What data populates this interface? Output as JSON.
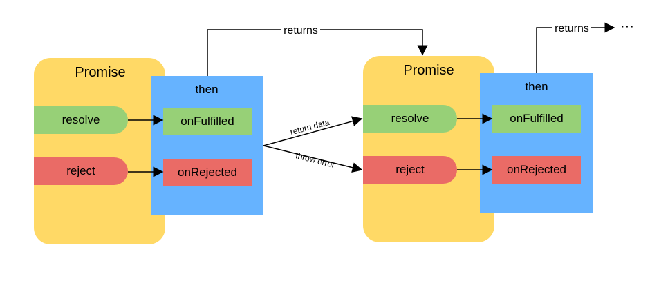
{
  "diagram": {
    "returns_1": "returns",
    "returns_2": "returns",
    "ellipsis": "···",
    "promise_1": {
      "title": "Promise",
      "resolve": "resolve",
      "reject": "reject"
    },
    "then_1": {
      "title": "then",
      "on_fulfilled": "onFulfilled",
      "on_rejected": "onRejected"
    },
    "promise_2": {
      "title": "Promise",
      "resolve": "resolve",
      "reject": "reject"
    },
    "then_2": {
      "title": "then",
      "on_fulfilled": "onFulfilled",
      "on_rejected": "onRejected"
    },
    "edges": {
      "return_data": "return data",
      "throw_error": "throw error"
    },
    "colors": {
      "promise": "#ffd966",
      "then": "#66b3ff",
      "resolve": "#97d077",
      "reject": "#ea6b66",
      "line": "#000000"
    }
  }
}
